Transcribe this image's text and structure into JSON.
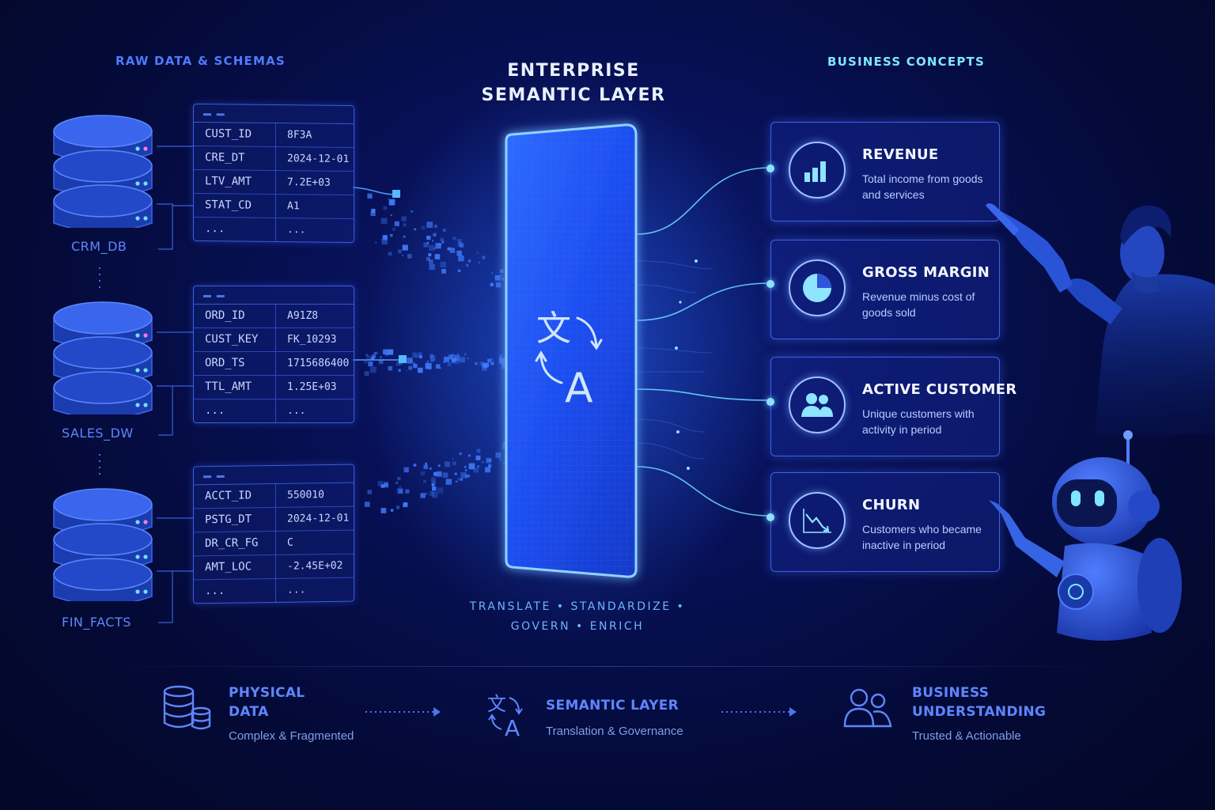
{
  "header": {
    "raw_title": "RAW DATA & SCHEMAS",
    "main_title_line1": "ENTERPRISE",
    "main_title_line2": "SEMANTIC LAYER",
    "business_title": "BUSINESS CONCEPTS"
  },
  "databases": [
    {
      "label": "CRM_DB",
      "table": [
        [
          "CUST_ID",
          "8F3A"
        ],
        [
          "CRE_DT",
          "2024-12-01"
        ],
        [
          "LTV_AMT",
          "7.2E+03"
        ],
        [
          "STAT_CD",
          "A1"
        ],
        [
          "...",
          "..."
        ]
      ]
    },
    {
      "label": "SALES_DW",
      "table": [
        [
          "ORD_ID",
          "A91Z8"
        ],
        [
          "CUST_KEY",
          "FK_10293"
        ],
        [
          "ORD_TS",
          "1715686400"
        ],
        [
          "TTL_AMT",
          "1.25E+03"
        ],
        [
          "...",
          "..."
        ]
      ]
    },
    {
      "label": "FIN_FACTS",
      "table": [
        [
          "ACCT_ID",
          "550010"
        ],
        [
          "PSTG_DT",
          "2024-12-01"
        ],
        [
          "DR_CR_FG",
          "C"
        ],
        [
          "AMT_LOC",
          "-2.45E+02"
        ],
        [
          "...",
          "..."
        ]
      ]
    }
  ],
  "concepts": [
    {
      "name": "REVENUE",
      "desc": "Total income from goods and services",
      "icon": "bar-chart-icon"
    },
    {
      "name": "GROSS MARGIN",
      "desc": "Revenue minus cost of goods sold",
      "icon": "pie-chart-icon"
    },
    {
      "name": "ACTIVE CUSTOMER",
      "desc": "Unique customers with activity in period",
      "icon": "users-icon"
    },
    {
      "name": "CHURN",
      "desc": "Customers who became inactive in period",
      "icon": "trend-down-icon"
    }
  ],
  "motto": {
    "line1": "TRANSLATE • STANDARDIZE •",
    "line2": "GOVERN • ENRICH"
  },
  "bottom": [
    {
      "title_line1": "PHYSICAL",
      "title_line2": "DATA",
      "subtitle": "Complex & Fragmented",
      "icon": "database-icon"
    },
    {
      "title_line1": "SEMANTIC LAYER",
      "title_line2": "",
      "subtitle": "Translation & Governance",
      "icon": "translate-icon"
    },
    {
      "title_line1": "BUSINESS",
      "title_line2": "UNDERSTANDING",
      "subtitle": "Trusted & Actionable",
      "icon": "people-icon"
    }
  ],
  "colors": {
    "background": "#050b3a",
    "accent": "#3c6bff",
    "panel_glow": "#5aa0ff",
    "cyan": "#7fe6ff"
  }
}
